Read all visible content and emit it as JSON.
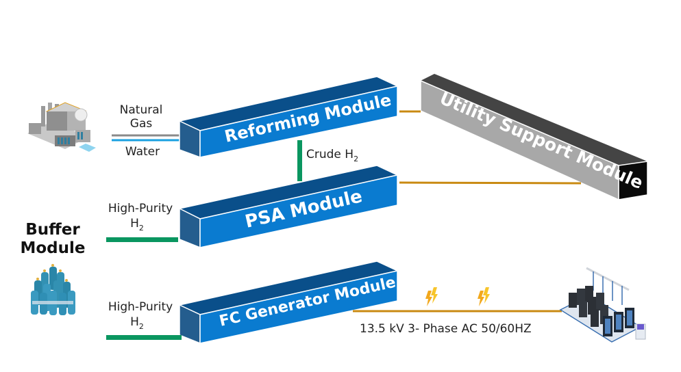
{
  "colors": {
    "module_front": "#0a7bd0",
    "module_top": "#0a4f8a",
    "module_side": "#245d8e",
    "utility_front": "#a8a8a8",
    "utility_top": "#444444",
    "utility_end": "#0a0a0a",
    "hydrogen_line": "#0a9660",
    "power_line": "#c98a12",
    "gas_line": "#8a8a8a",
    "water_line": "#1aa0e0"
  },
  "inputs": {
    "natural_gas": {
      "line1": "Natural",
      "line2": "Gas"
    },
    "water": "Water",
    "factory_icon": "factory-icon"
  },
  "modules": {
    "reforming": "Reforming Module",
    "psa": "PSA Module",
    "fc_generator": "FC Generator Module",
    "utility": "Utility Support Module"
  },
  "flows": {
    "crude_h2": {
      "text": "Crude H",
      "sub": "2"
    },
    "psa_input": {
      "line1": "High-Purity",
      "h": "H",
      "sub": "2"
    },
    "fc_input": {
      "line1": "High-Purity",
      "h": "H",
      "sub": "2"
    },
    "power_output": "13.5 kV 3- Phase AC 50/60HZ"
  },
  "buffer": {
    "line1": "Buffer",
    "line2": "Module",
    "icon": "gas-cylinders-icon"
  },
  "datacenter": {
    "icon": "server-racks-icon"
  }
}
